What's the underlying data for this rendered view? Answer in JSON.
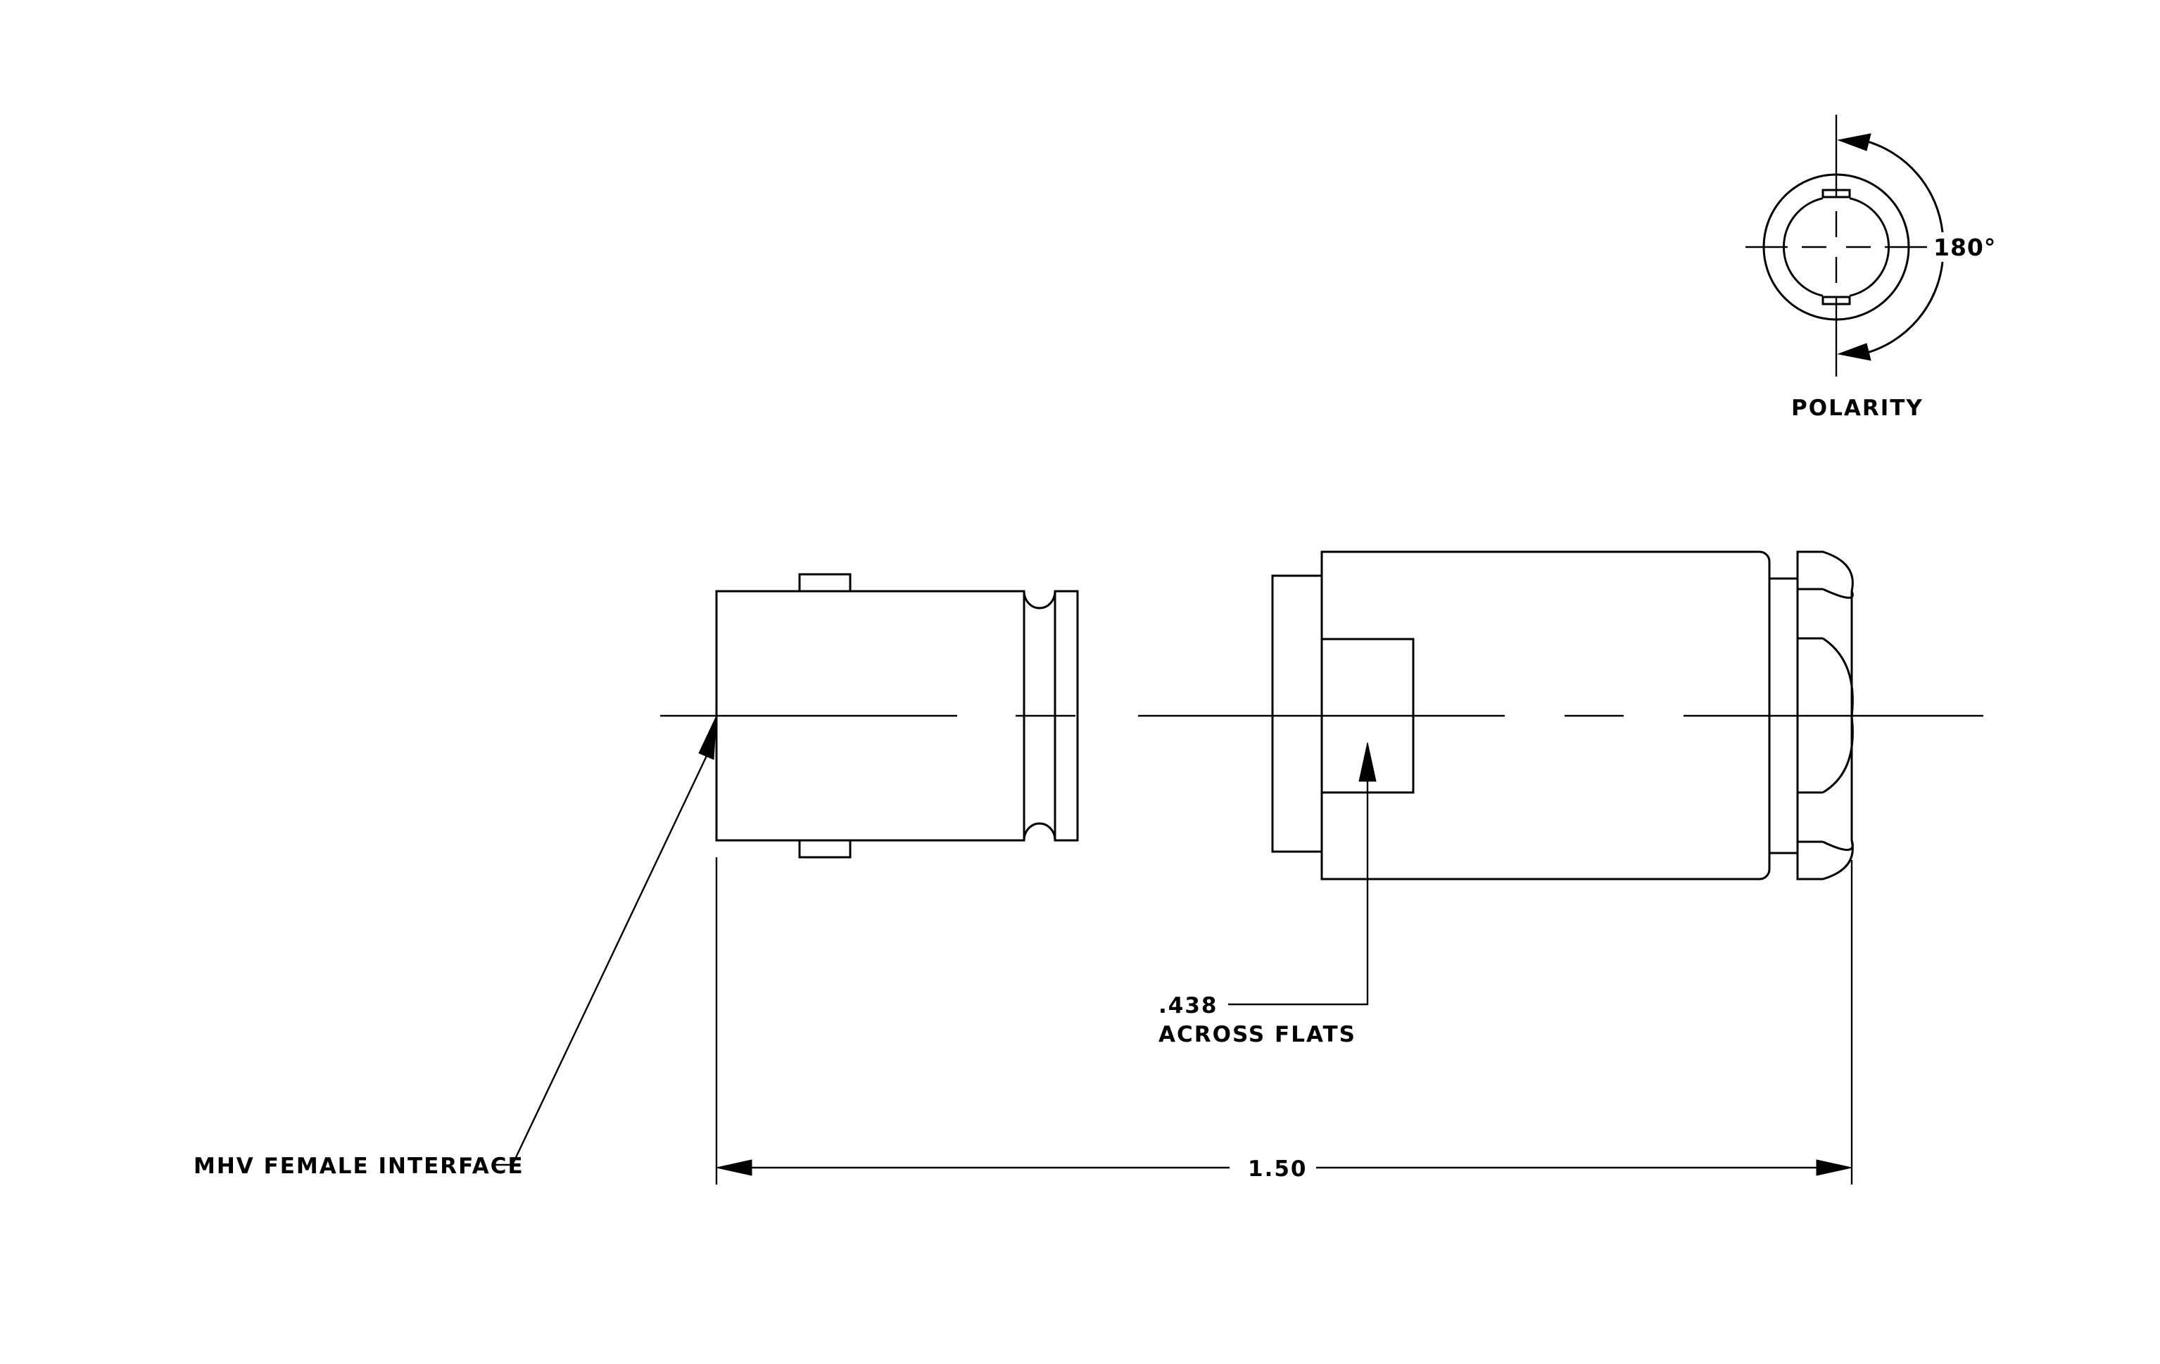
{
  "labels": {
    "polarity": "POLARITY",
    "polarity_angle": "180°",
    "across_flats_value": ".438",
    "across_flats_text": "ACROSS FLATS",
    "interface": "MHV FEMALE INTERFACE",
    "overall_length": "1.50"
  },
  "colors": {
    "line": "#000000",
    "background": "#ffffff"
  }
}
